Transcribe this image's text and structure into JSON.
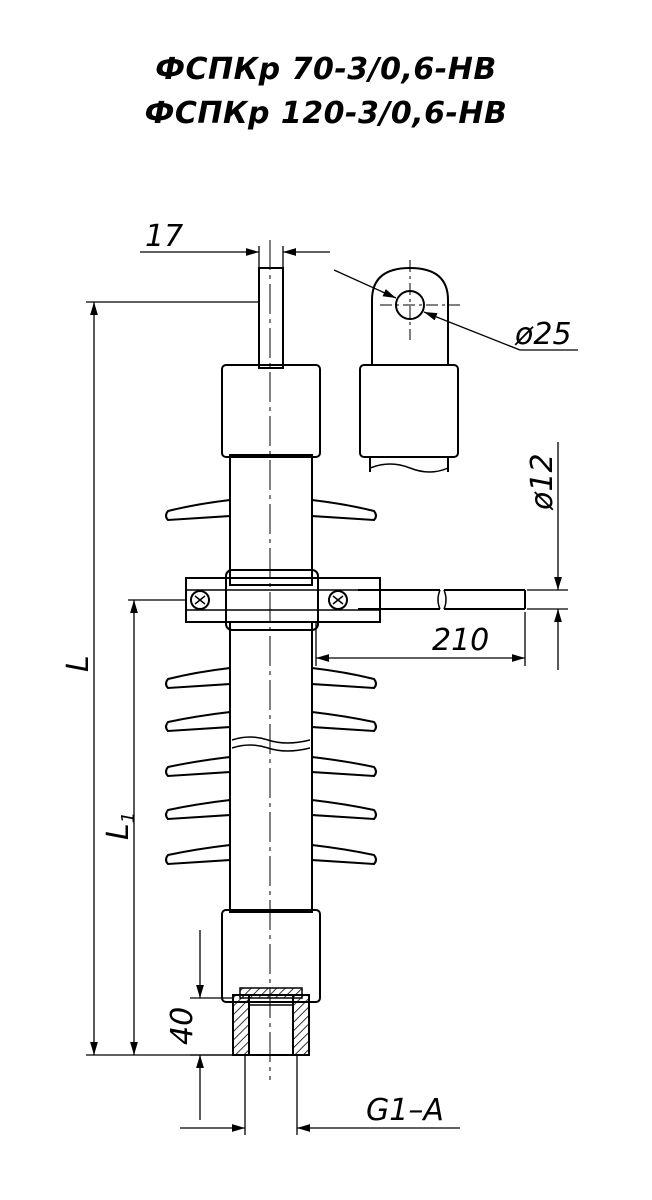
{
  "titles": {
    "line1": "ФСПКр 70-3/0,6-НВ",
    "line2": "ФСПКр 120-3/0,6-НВ"
  },
  "dimensions": {
    "rod_width": "17",
    "eye_diameter": "ø25",
    "cable_diameter": "ø12",
    "cable_length": "210",
    "total_length": "L",
    "length_l1": "L",
    "length_l1_sub": "1",
    "thread_length": "40",
    "thread_spec": "G1–A"
  },
  "colors": {
    "line": "#000000",
    "hatch": "#000000"
  }
}
